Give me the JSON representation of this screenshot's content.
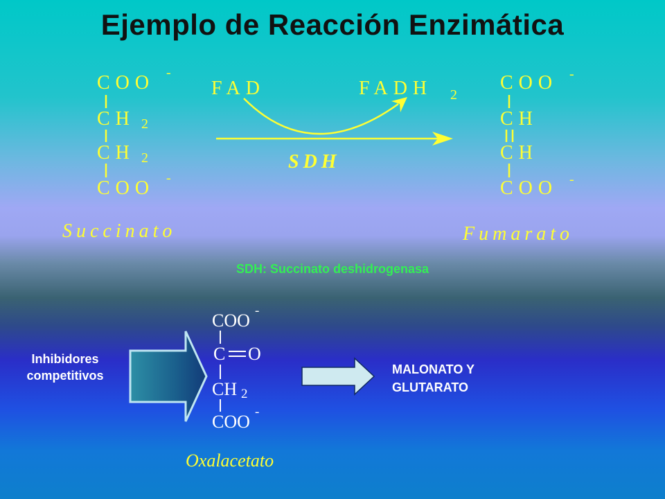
{
  "title": "Ejemplo de Reacción Enzimática",
  "succinate": {
    "rows": [
      "COO",
      "CH",
      "CH",
      "COO"
    ],
    "charges": [
      "-",
      "-"
    ],
    "subscripts": [
      "2",
      "2"
    ],
    "name": "Succinato"
  },
  "fumarate": {
    "rows": [
      "COO",
      "CH",
      "CH",
      "COO"
    ],
    "charges": [
      "-",
      "-"
    ],
    "name": "Fumarato"
  },
  "cofactor": {
    "from": "FAD",
    "to": "FADH",
    "to_sub": "2"
  },
  "enzyme_label": "SDH",
  "legend": "SDH: Succinato deshidrogenasa",
  "inhibitor": {
    "label_line1": "Inhibidores",
    "label_line2": "competitivos",
    "rows": [
      "COO",
      "C",
      "O",
      "CH",
      "COO"
    ],
    "sub": "2",
    "charges": [
      "-",
      "-"
    ],
    "name": "Oxalacetato"
  },
  "others": {
    "line1": "MALONATO Y",
    "line2": "GLUTARATO"
  },
  "colors": {
    "label_yellow": "#ffff33",
    "legend_green": "#33ee55",
    "arrow_fill": "#cfeaf0"
  }
}
